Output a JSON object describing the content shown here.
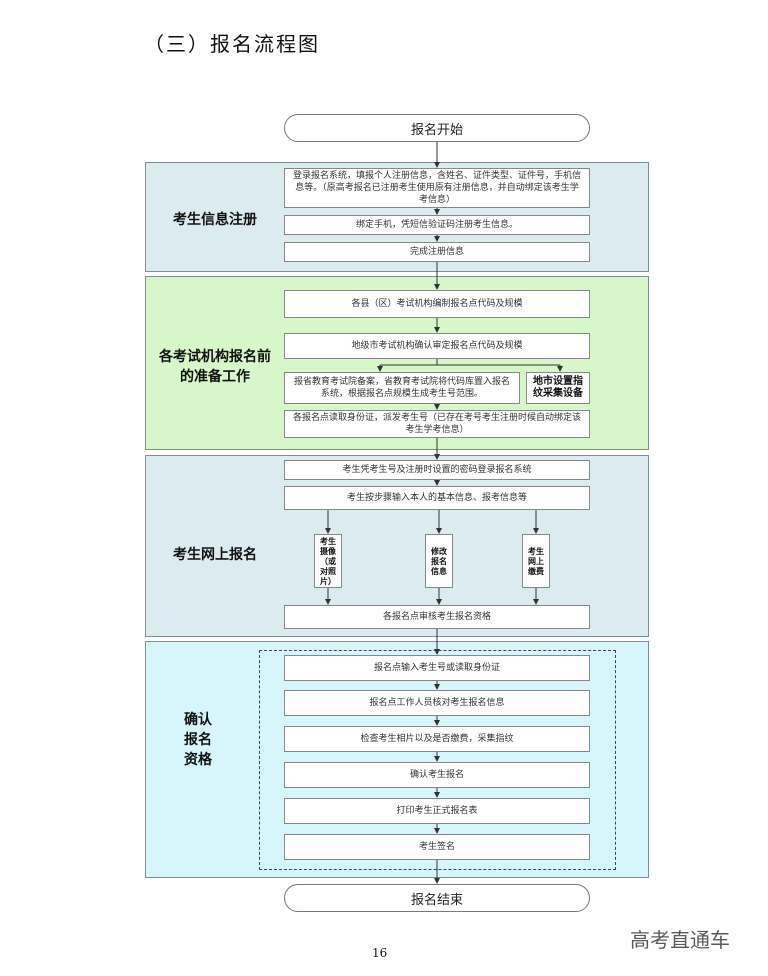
{
  "heading": "（三）报名流程图",
  "start": "报名开始",
  "end": "报名结束",
  "sections": [
    {
      "label": "考生信息注册",
      "bg": "#dcebf0",
      "steps": [
        "登录报名系统，填报个人注册信息，含姓名、证件类型、证件号，手机信息等。（原高考报名已注册考生使用原有注册信息，并自动绑定该考生学考信息）",
        "绑定手机，凭短信验证码注册考生信息。",
        "完成注册信息"
      ]
    },
    {
      "label": "各考试机构报名前的准备工作",
      "bg": "#d7f6c9",
      "steps": [
        "各县（区）考试机构编制报名点代码及规模",
        "地级市考试机构确认审定报名点代码及规模",
        "报省教育考试院备案，省教育考试院将代码库置入报名系统，根据报名点规模生成考生号范围。",
        "地市设置指纹采集设备",
        "各报名点读取身份证，派发考生号（已存在考号考生注册时候自动绑定该考生学考信息）"
      ]
    },
    {
      "label": "考生网上报名",
      "bg": "#dcebf0",
      "steps": [
        "考生凭考生号及注册时设置的密码登录报名系统",
        "考生按步骤输入本人的基本信息、报考信息等",
        "考生摄像（或对照片）",
        "修改报名信息",
        "考生网上缴费",
        "各报名点审核考生报名资格"
      ]
    },
    {
      "label": "确认报名资格",
      "bg": "#d6f6fb",
      "steps": [
        "报名点输入考生号或读取身份证",
        "报名点工作人员核对考生报名信息",
        "检查考生相片以及是否缴费，采集指纹",
        "确认考生报名",
        "打印考生正式报名表",
        "考生签名"
      ]
    }
  ],
  "page_number": "16",
  "watermark": "高考直通车"
}
